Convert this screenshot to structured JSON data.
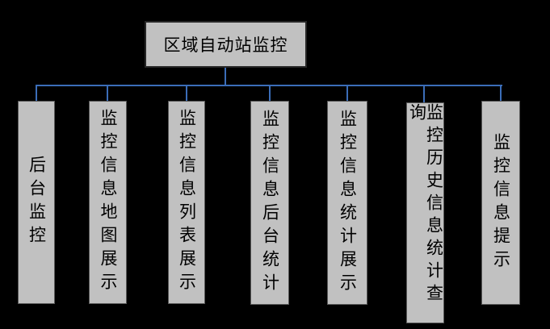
{
  "diagram": {
    "title": "区域自动站监控",
    "root": {
      "label": "区域自动站监控"
    },
    "children": [
      {
        "label": "后台监控"
      },
      {
        "label": "监控信息地图展示"
      },
      {
        "label": "监控信息列表展示"
      },
      {
        "label": "监控信息后台统计"
      },
      {
        "label": "监控信息统计展示"
      },
      {
        "label": "监控历史信息统计查询"
      },
      {
        "label": "监控信息提示"
      }
    ],
    "colors": {
      "background": "#000000",
      "node_fill": "#c1c1c1",
      "node_border": "#595959",
      "root_node_border": "#262626",
      "connector": "#3b6db8",
      "text": "#000000"
    }
  }
}
